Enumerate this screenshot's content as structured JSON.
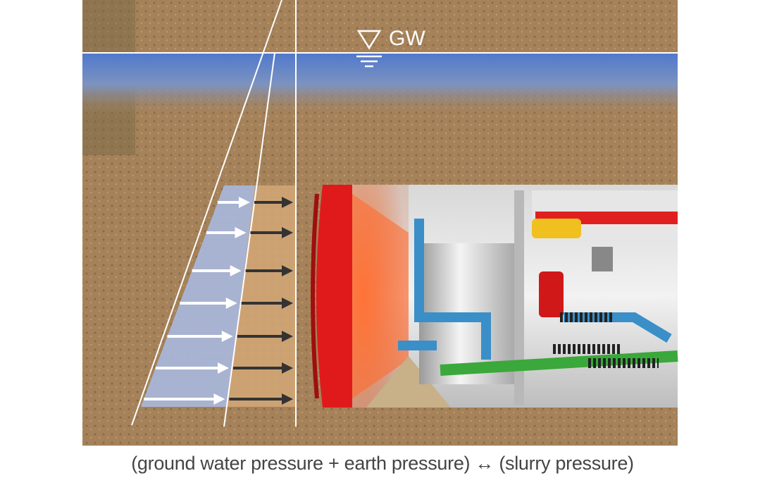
{
  "labels": {
    "groundwater": "GW",
    "caption": "(ground water pressure + earth pressure) ↔ (slurry pressure)"
  },
  "icons": {
    "groundwater_level": "inverted-triangle-water-level-symbol",
    "pressure_arrows_water": "white-right-arrows",
    "pressure_arrows_slurry": "black-right-arrows"
  },
  "colors": {
    "soil": "#a5825a",
    "groundwater": "#5a7fc8",
    "water_pressure": "#a9b8de",
    "earth_pressure": "#d4a878",
    "cutterhead": "#e01a1a",
    "slurry_pipe": "#3a8fc8",
    "feed_pipe": "#3aa83a"
  }
}
